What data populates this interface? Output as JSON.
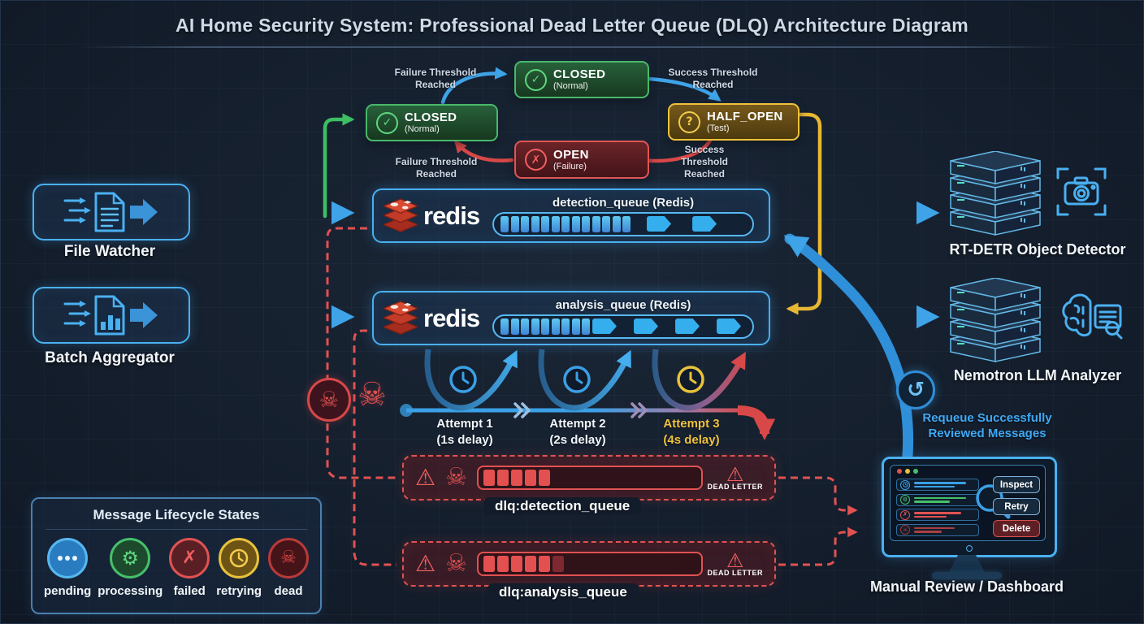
{
  "title": "AI Home Security System: Professional Dead Letter Queue (DLQ) Architecture Diagram",
  "circuit_breaker": {
    "states": [
      {
        "label": "CLOSED",
        "sub": "(Normal)"
      },
      {
        "label": "CLOSED",
        "sub": "(Normal)"
      },
      {
        "label": "HALF_OPEN",
        "sub": "(Test)"
      },
      {
        "label": "OPEN",
        "sub": "(Failure)"
      }
    ],
    "transitions": [
      {
        "text": "Failure Threshold Reached"
      },
      {
        "text": "Success Threshold Reached"
      },
      {
        "text": "Failure Threshold Reached"
      },
      {
        "text": "Success Threshold Reached"
      }
    ]
  },
  "sources": [
    {
      "label": "File Watcher"
    },
    {
      "label": "Batch Aggregator"
    }
  ],
  "queues": [
    {
      "brand": "redis",
      "name": "detection_queue (Redis)",
      "segments": 13,
      "messages": 2
    },
    {
      "brand": "redis",
      "name": "analysis_queue (Redis)",
      "segments": 9,
      "messages": 4
    }
  ],
  "retries": [
    {
      "label": "Attempt 1",
      "delay": "(1s delay)"
    },
    {
      "label": "Attempt 2",
      "delay": "(2s delay)"
    },
    {
      "label": "Attempt 3",
      "delay": "(4s delay)"
    }
  ],
  "dlq": [
    {
      "name": "dlq:detection_queue",
      "badge": "DEAD LETTER",
      "segments": 5,
      "dim_segments": 0
    },
    {
      "name": "dlq:analysis_queue",
      "badge": "DEAD LETTER",
      "segments": 5,
      "dim_segments": 1
    }
  ],
  "consumers": [
    {
      "label": "RT-DETR Object Detector"
    },
    {
      "label": "Nemotron LLM Analyzer"
    }
  ],
  "requeue_note": "Requeue Successfully Reviewed Messages",
  "dashboard": {
    "label": "Manual Review / Dashboard",
    "buttons": [
      {
        "label": "Inspect"
      },
      {
        "label": "Retry"
      },
      {
        "label": "Delete"
      }
    ]
  },
  "legend": {
    "title": "Message Lifecycle States",
    "states": [
      {
        "label": "pending"
      },
      {
        "label": "processing"
      },
      {
        "label": "failed"
      },
      {
        "label": "retrying"
      },
      {
        "label": "dead"
      }
    ]
  },
  "colors": {
    "accent_blue": "#3fa3e8",
    "green": "#3dbf63",
    "yellow": "#e8b832",
    "red": "#d84848",
    "dark_red": "#b83a3a"
  }
}
